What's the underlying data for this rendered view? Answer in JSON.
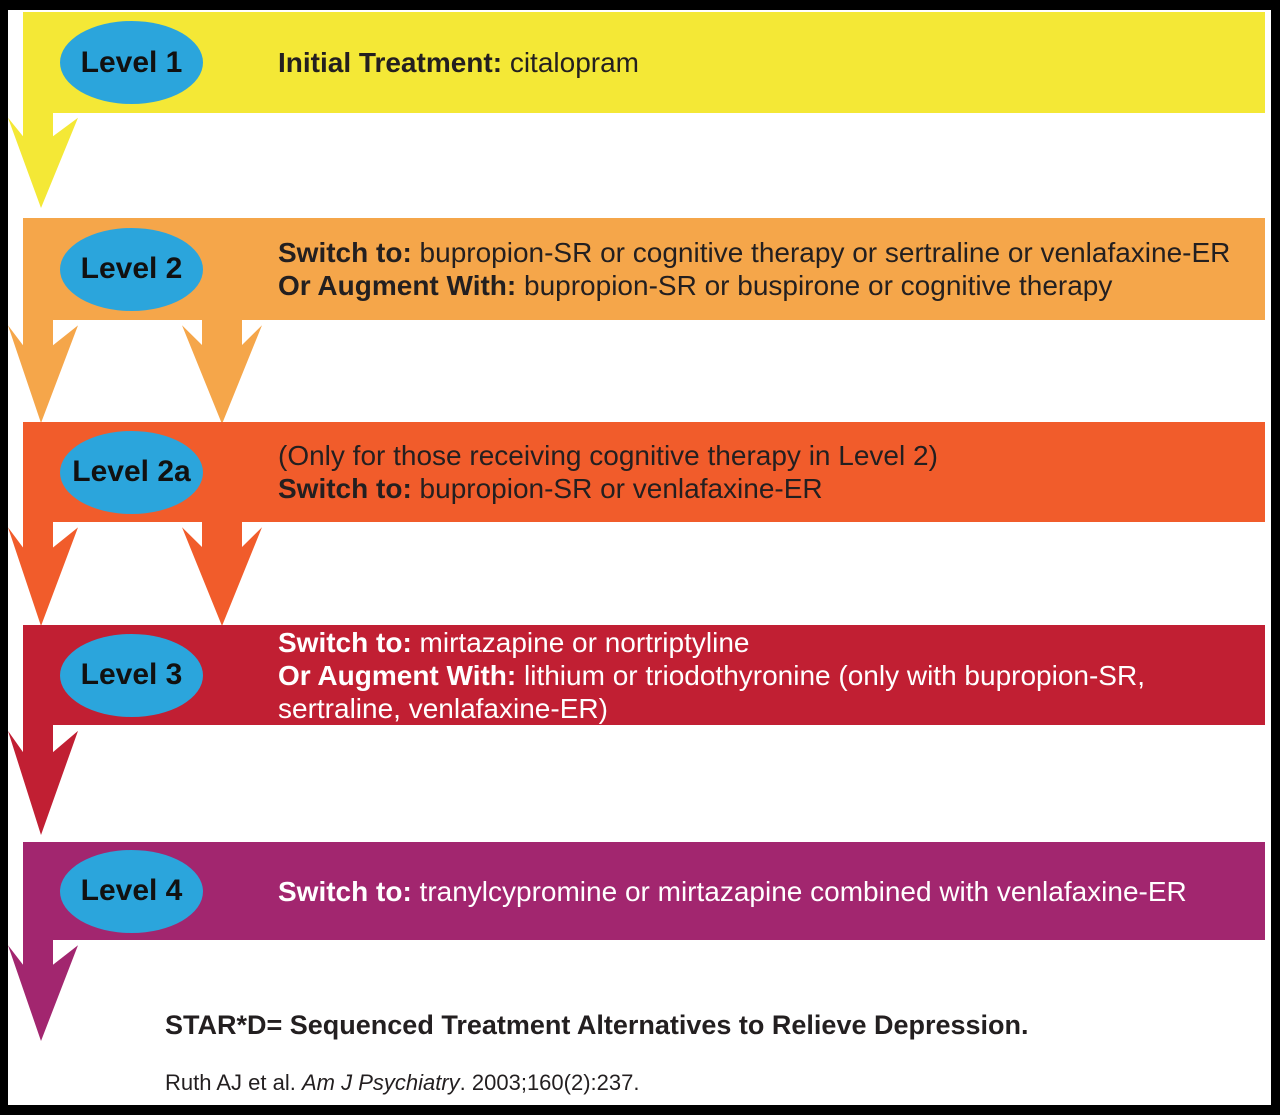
{
  "diagram_title": "STAR*D sequenced treatment levels",
  "colors": {
    "background": "#FFFFFF",
    "border": "#000000",
    "ellipse_fill": "#2BA5DC",
    "ellipse_text": "#111111",
    "dark_text": "#231F20",
    "light_text": "#FFFFFF"
  },
  "levels": [
    {
      "label": "Level 1",
      "band_color": "#F4E836",
      "text_color": "#231F20",
      "lines": [
        {
          "bold": "Initial Treatment:",
          "text": " citalopram"
        }
      ],
      "arrows_to_next": [
        "left"
      ]
    },
    {
      "label": "Level 2",
      "band_color": "#F5A64A",
      "text_color": "#231F20",
      "lines": [
        {
          "bold": "Switch to:",
          "text": " bupropion-SR or cognitive therapy or sertraline or venlafaxine-ER"
        },
        {
          "bold": "Or Augment With:",
          "text": " bupropion-SR or buspirone or cognitive therapy"
        }
      ],
      "arrows_to_next": [
        "left",
        "right"
      ]
    },
    {
      "label": "Level 2a",
      "band_color": "#F15C2B",
      "text_color": "#231F20",
      "lines": [
        {
          "bold": "",
          "text": "(Only for those receiving cognitive therapy in Level 2)"
        },
        {
          "bold": "Switch to:",
          "text": " bupropion-SR or venlafaxine-ER"
        }
      ],
      "arrows_to_next": [
        "left",
        "right"
      ]
    },
    {
      "label": "Level 3",
      "band_color": "#C11F33",
      "text_color": "#FFFFFF",
      "lines": [
        {
          "bold": "Switch to:",
          "text": " mirtazapine or nortriptyline"
        },
        {
          "bold": "Or Augment With:",
          "text": " lithium or triodothyronine (only with bupropion-SR,"
        },
        {
          "bold": "",
          "text": "sertraline, venlafaxine-ER)"
        }
      ],
      "arrows_to_next": [
        "left"
      ]
    },
    {
      "label": "Level 4",
      "band_color": "#A2266F",
      "text_color": "#FFFFFF",
      "lines": [
        {
          "bold": "Switch to:",
          "text": " tranylcypromine or mirtazapine combined with venlafaxine-ER"
        }
      ],
      "arrows_to_next": [
        "left"
      ]
    }
  ],
  "footer": {
    "title": "STAR*D= Sequenced Treatment Alternatives to Relieve Depression.",
    "citation_prefix": "Ruth AJ et al. ",
    "citation_italic": "Am J Psychiatry",
    "citation_suffix": ". 2003;160(2):237."
  }
}
